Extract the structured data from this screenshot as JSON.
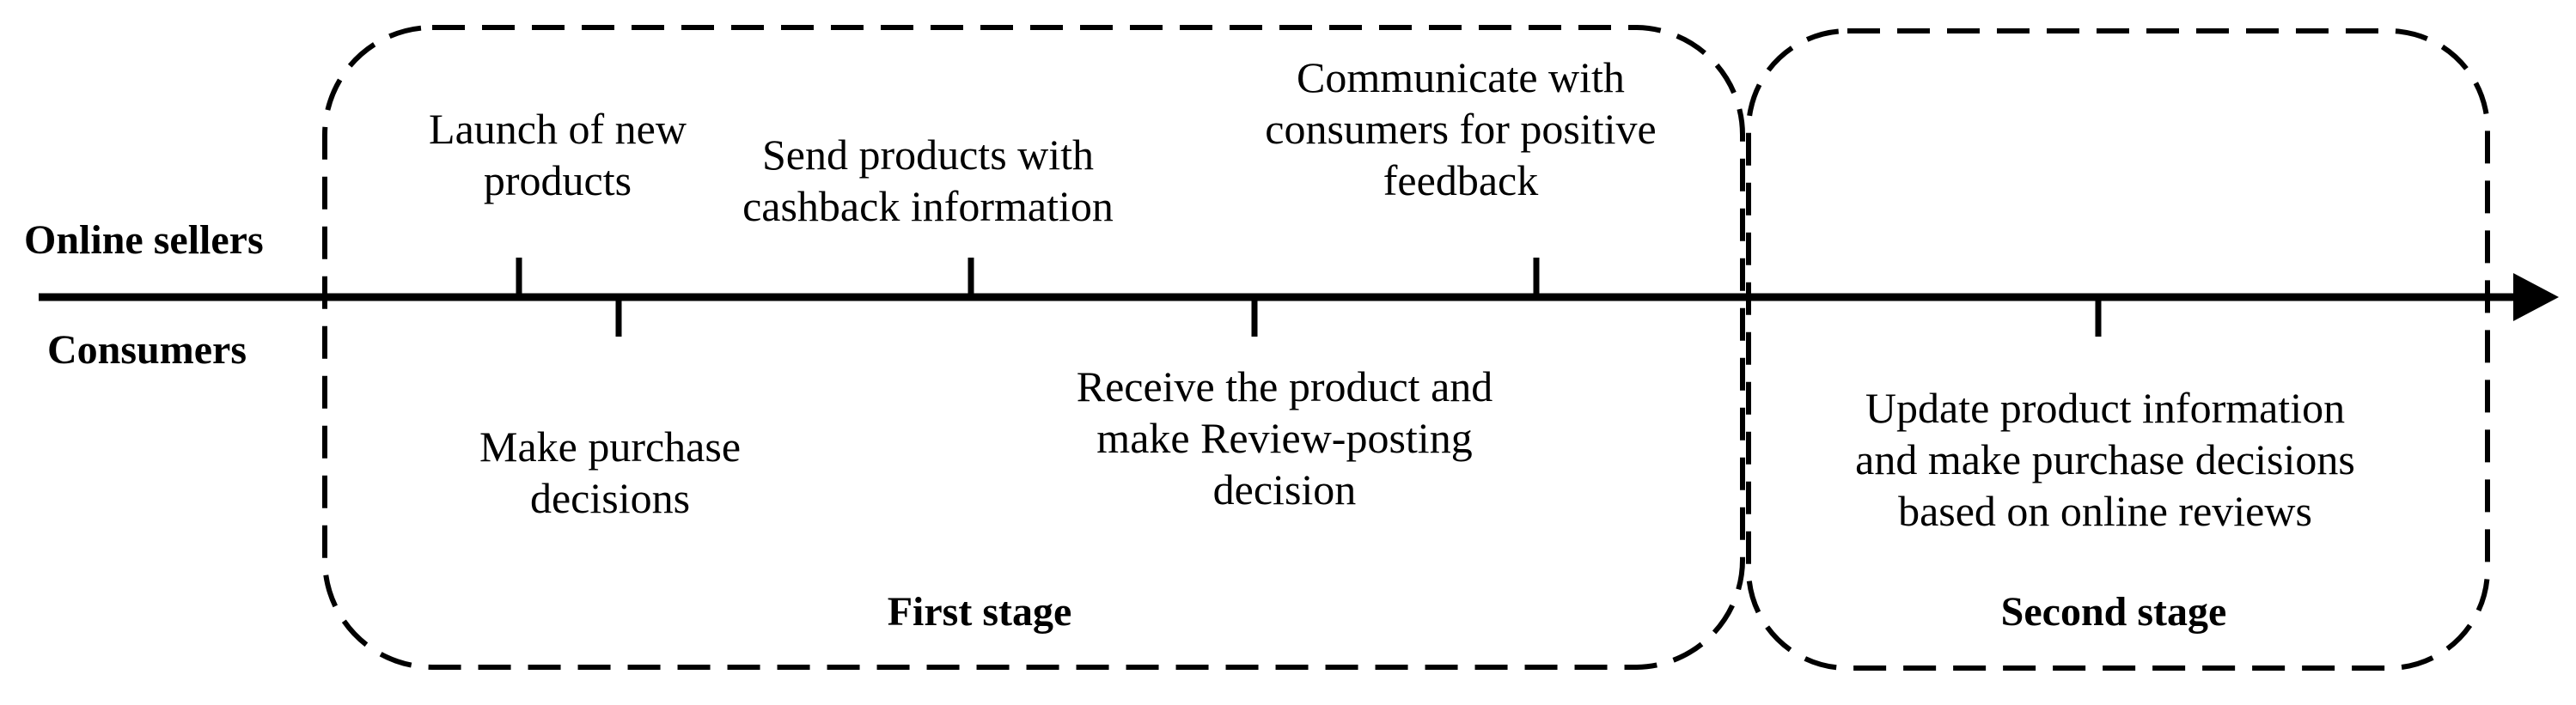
{
  "rows": {
    "top_label": "Online sellers",
    "bottom_label": "Consumers"
  },
  "stages": {
    "first": "First stage",
    "second": "Second stage"
  },
  "sellers_events": [
    "Launch of new\nproducts",
    "Send products with\ncashback information",
    "Communicate with\nconsumers for positive\nfeedback"
  ],
  "consumer_events": [
    "Make purchase\ndecisions",
    "Receive the product and\nmake Review-posting\ndecision",
    "Update product information\nand make purchase decisions\nbased on online reviews"
  ],
  "colors": {
    "line": "#000000",
    "text": "#000000",
    "background": "#ffffff"
  }
}
